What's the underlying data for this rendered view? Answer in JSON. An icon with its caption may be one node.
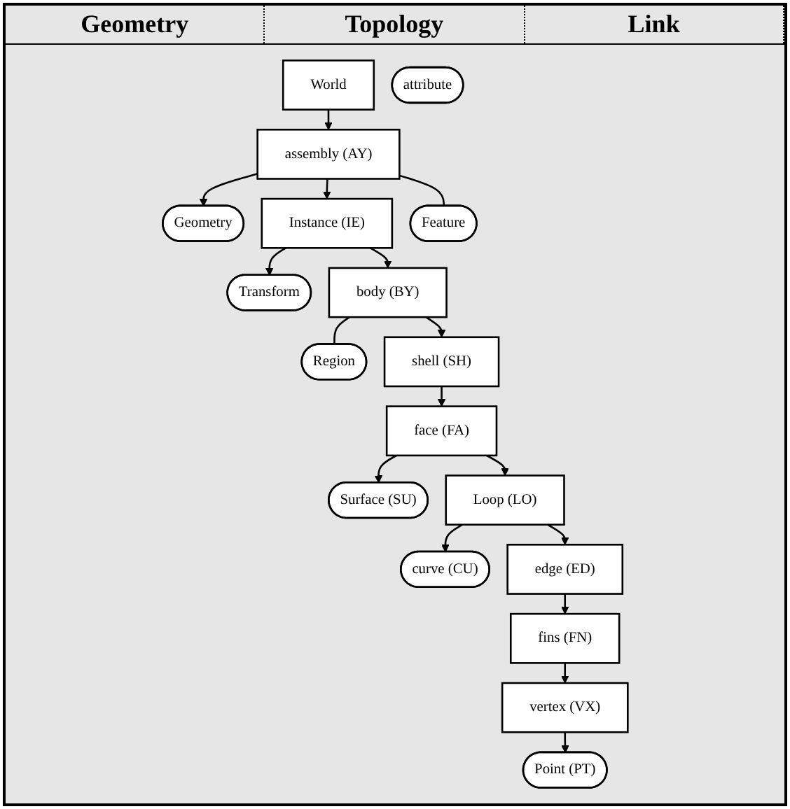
{
  "diagram": {
    "nodes": [
      {
        "text": [
          "World"
        ]
      },
      {
        "text": [
          "Geometry"
        ]
      },
      {
        "text": [
          "assembly (AY)"
        ]
      },
      {
        "text": [
          "Region"
        ]
      },
      {
        "text": [
          "Transform"
        ]
      },
      {
        "text": [
          "Instance (IE)"
        ]
      },
      {
        "text": [
          "Feature"
        ]
      },
      {
        "text": [
          "body (BY)"
        ]
      },
      {
        "text": [
          "shell (SH)"
        ]
      },
      {
        "text": [
          "Surface (SU)"
        ]
      },
      {
        "text": [
          "face (FA)"
        ]
      },
      {
        "text": [
          "attribute"
        ]
      },
      {
        "text": [
          "curve (CU)"
        ]
      },
      {
        "text": [
          "Loop (LO)"
        ]
      },
      {
        "text": [
          "edge (ED)"
        ]
      },
      {
        "text": [
          "fins (FN)"
        ]
      },
      {
        "text": [
          "Point (PT)"
        ]
      },
      {
        "text": [
          "vertex (VX)"
        ]
      }
    ],
    "edges": [
      {
        "from": 0,
        "to": 2,
        "arrow": "to"
      },
      {
        "from": 2,
        "to": 1,
        "arrow": "to"
      },
      {
        "from": 2,
        "to": 5,
        "arrow": "to"
      },
      {
        "from": 5,
        "to": 4,
        "arrow": "to"
      },
      {
        "from": 5,
        "to": 7,
        "arrow": "to"
      },
      {
        "from": 7,
        "to": 8,
        "arrow": "to"
      },
      {
        "from": 8,
        "to": 10,
        "arrow": "to"
      },
      {
        "from": 10,
        "to": 9,
        "arrow": "to"
      },
      {
        "from": 10,
        "to": 13,
        "arrow": "to"
      },
      {
        "from": 13,
        "to": 12,
        "arrow": "to"
      },
      {
        "from": 13,
        "to": 14,
        "arrow": "to"
      },
      {
        "from": 14,
        "to": 15,
        "arrow": "to"
      },
      {
        "from": 15,
        "to": 17,
        "arrow": "to"
      },
      {
        "from": 17,
        "to": 16,
        "arrow": "to"
      },
      {
        "from": 2,
        "to": 6,
        "arrow": "none"
      },
      {
        "from": 7,
        "to": 3,
        "arrow": "none"
      }
    ],
    "labels": [
      "Geometry",
      "Topology",
      "Link"
    ]
  }
}
